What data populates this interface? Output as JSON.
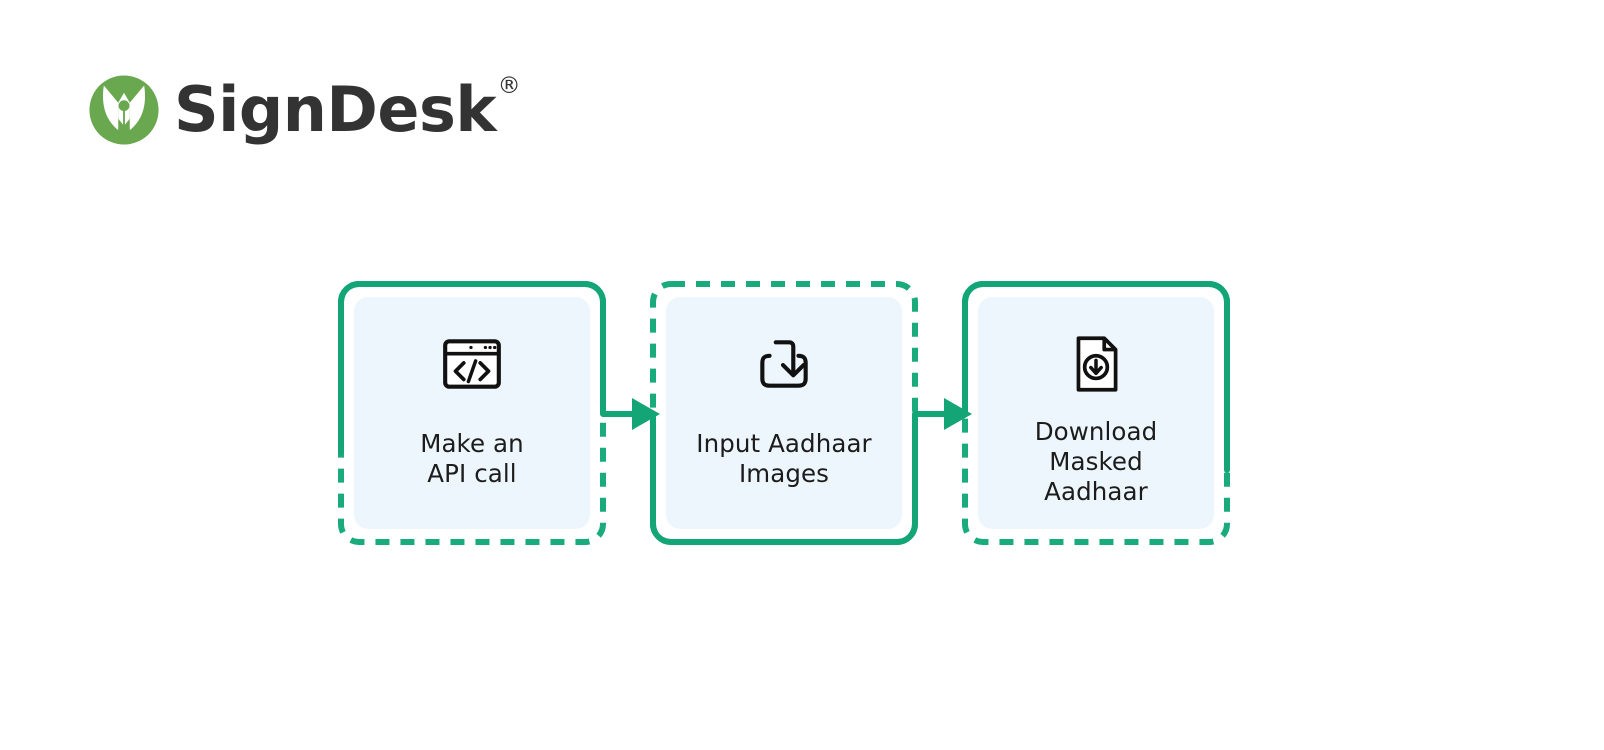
{
  "brand": {
    "name": "SignDesk",
    "registered_mark": "®",
    "logo_icon": "pen-nib-leaf-logo",
    "mark_color": "#6aa84f",
    "wordmark_color": "#333333"
  },
  "theme": {
    "accent_green": "#14a577",
    "card_fill": "#edf6fc",
    "text_color": "#1c1c1c",
    "background": "#ffffff"
  },
  "flow": {
    "type": "process-flow",
    "direction": "left-to-right",
    "steps": [
      {
        "index": 1,
        "label": "Make an\nAPI call",
        "icon": "code-browser-window-icon",
        "border_style": "dashed-with-solid-accent"
      },
      {
        "index": 2,
        "label": "Input Aadhaar\nImages",
        "icon": "download-tray-icon",
        "border_style": "dashed-with-solid-accent"
      },
      {
        "index": 3,
        "label": "Download\nMasked\nAadhaar",
        "icon": "document-download-icon",
        "border_style": "dashed-with-solid-accent"
      }
    ],
    "connectors": [
      {
        "from": 1,
        "to": 2,
        "icon": "arrow-right-icon"
      },
      {
        "from": 2,
        "to": 3,
        "icon": "arrow-right-icon"
      }
    ]
  }
}
